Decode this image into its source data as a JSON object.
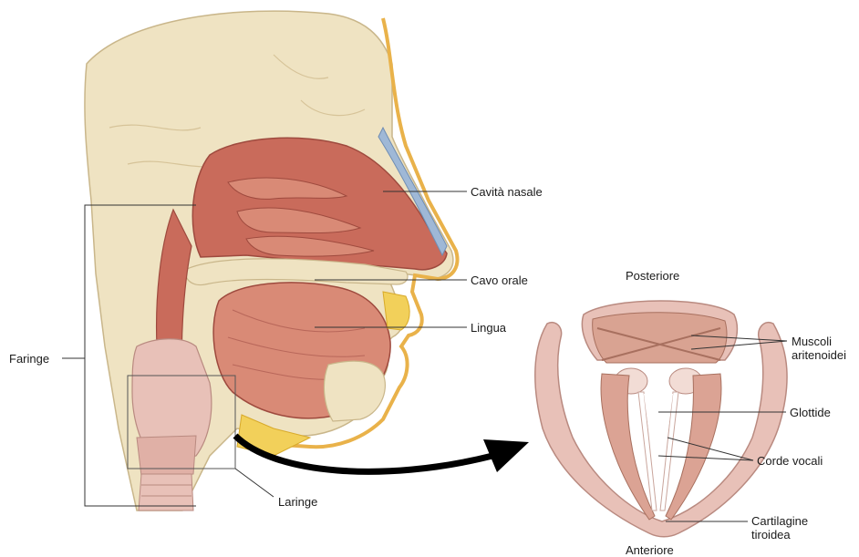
{
  "labels": {
    "cavita_nasale": "Cavità nasale",
    "cavo_orale": "Cavo orale",
    "lingua": "Lingua",
    "faringe": "Faringe",
    "laringe": "Laringe",
    "posteriore": "Posteriore",
    "anteriore": "Anteriore",
    "muscoli_aritenoidei": "Muscoli aritenoidei",
    "glottide": "Glottide",
    "corde_vocali": "Corde vocali",
    "cartilagine_tiroidea": "Cartilagine tiroidea"
  },
  "colors": {
    "bone": "#efe3c2",
    "muscle": "#d98a76",
    "cavity": "#c96b5b",
    "cartilage": "#e8c1b8",
    "fat": "#f2d05a",
    "leader": "#333333"
  }
}
